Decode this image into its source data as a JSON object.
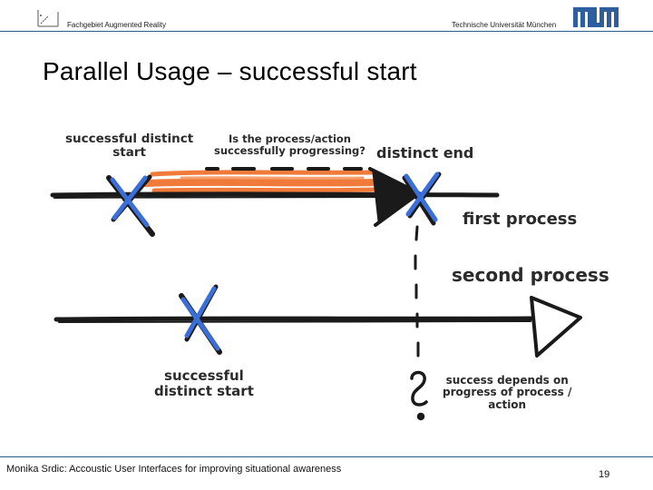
{
  "header": {
    "left_text": "Fachgebiet Augmented Reality",
    "right_text": "Technische Universität München"
  },
  "slide": {
    "title": "Parallel Usage – successful start"
  },
  "diagram": {
    "successful_distinct_start_top": "successful distinct\nstart",
    "question": "Is the process/action\nsuccessfully progressing?",
    "distinct_end": "distinct end",
    "first_process": "first process",
    "second_process": "second process",
    "successful_distinct_start_bottom": "successful\ndistinct start",
    "success_depends": "success depends on\nprogress of process /\naction",
    "colors": {
      "progress_streak": "#f07a3a",
      "cross_blue": "#3a6fd8",
      "ink": "#1a1a1a",
      "rule": "#2a5d8f"
    }
  },
  "footer": {
    "author_text": "Monika Srdic: Accoustic User Interfaces for improving situational awareness",
    "page_number": "19"
  }
}
